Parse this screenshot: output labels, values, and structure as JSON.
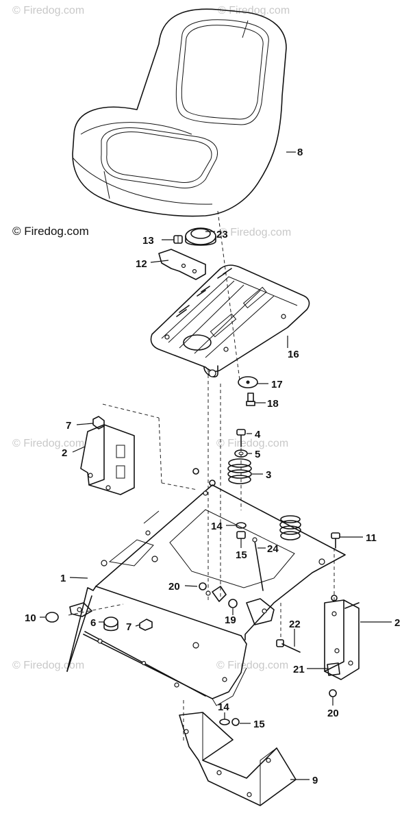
{
  "watermark": "© Firedog.com",
  "brand_label": "© Firedog.com",
  "callouts": [
    "8",
    "13",
    "23",
    "12",
    "16",
    "17",
    "18",
    "7",
    "2",
    "4",
    "5",
    "3",
    "14",
    "15",
    "24",
    "11",
    "1",
    "20",
    "19",
    "10",
    "6",
    "7",
    "22",
    "2",
    "21",
    "20",
    "14",
    "15",
    "9"
  ]
}
